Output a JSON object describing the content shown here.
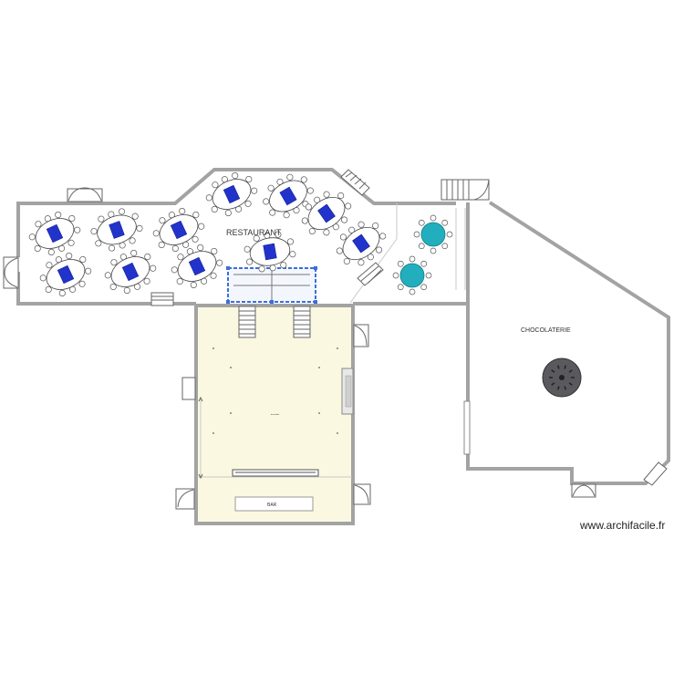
{
  "rooms": {
    "restaurant": "RESTAURANT",
    "chocolaterie": "CHOCOLATERIE",
    "bar": "BAR",
    "dancefloor_note": "dancefloor"
  },
  "watermark": "www.archifacile.fr",
  "colors": {
    "wall": "#a3a3a3",
    "hall_floor": "#fbf8e1",
    "table_blue": "#2233cc",
    "table_teal": "#23aebe",
    "round_table_dark": "#5a5a5e",
    "selection_blue": "#3b6fd9",
    "chair_outline": "#555555"
  },
  "icons": [
    "door-icon",
    "stair-icon",
    "table-icon",
    "chair-icon",
    "fireplace-icon"
  ]
}
